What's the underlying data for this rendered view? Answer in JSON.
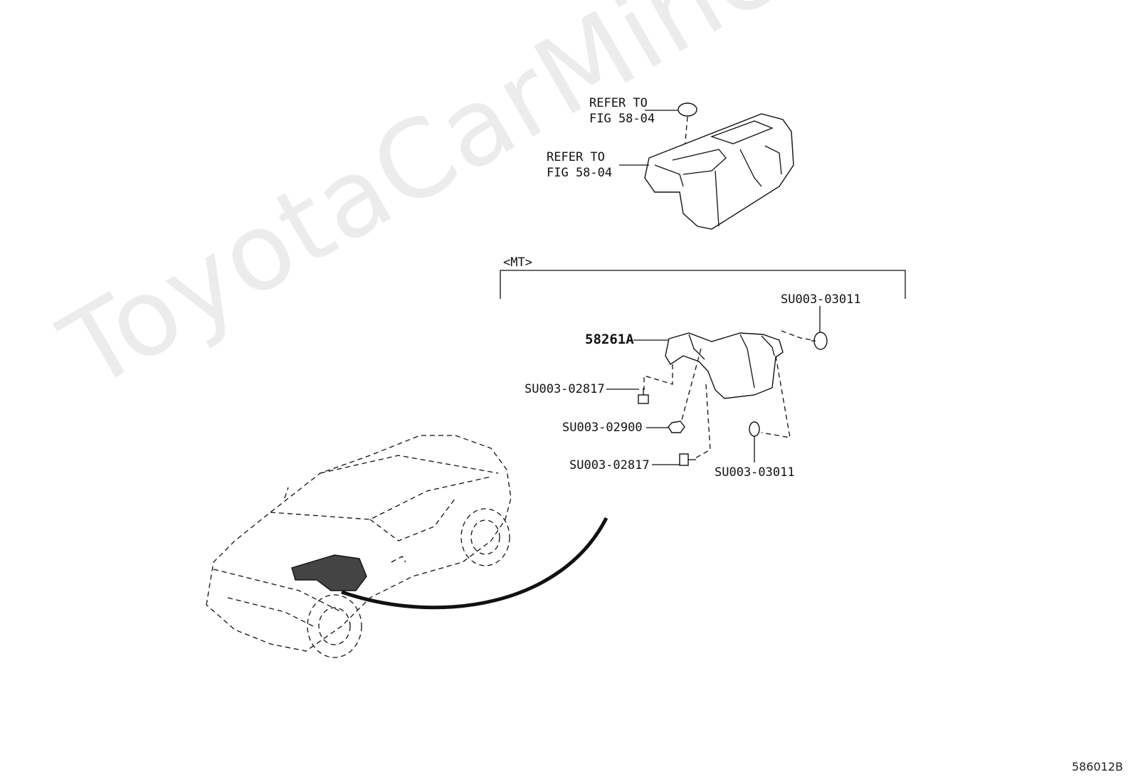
{
  "watermark": "ToyotaCarMine.ru",
  "figure_code": "586012B",
  "group_label": "<MT>",
  "callouts": {
    "refer_top_line1": "REFER TO",
    "refer_top_line2": "FIG 58-04",
    "refer_mid_line1": "REFER TO",
    "refer_mid_line2": "FIG 58-04",
    "part_main": "58261A",
    "clip_right_top": "SU003-03011",
    "bolt_upper": "SU003-02817",
    "nut": "SU003-02900",
    "bolt_lower": "SU003-02817",
    "clip_right_bottom": "SU003-03011"
  }
}
